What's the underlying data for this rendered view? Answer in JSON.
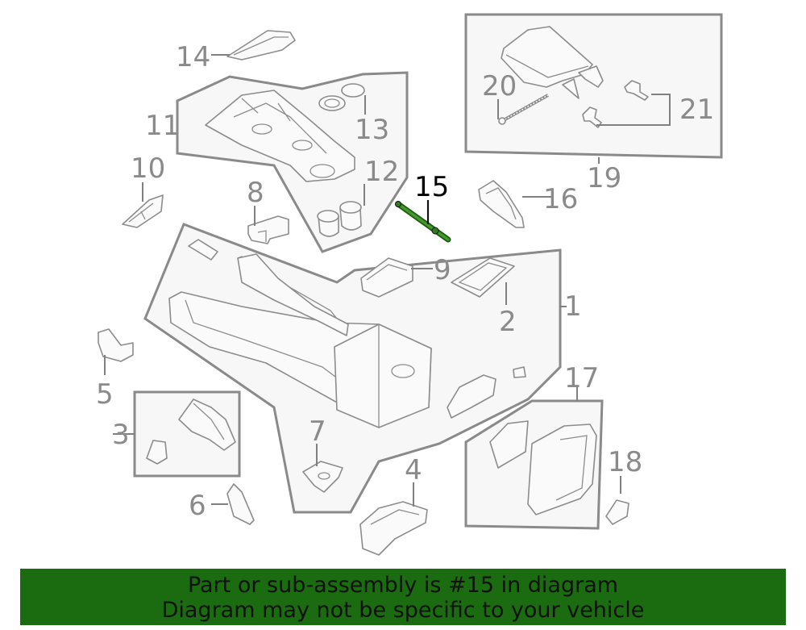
{
  "diagram": {
    "highlight_part": "15",
    "colors": {
      "highlight": "#2f7d1f",
      "banner": "#1b6b10",
      "line": "#8a8a8a"
    },
    "callouts": {
      "c1": "1",
      "c2": "2",
      "c3": "3",
      "c4": "4",
      "c5": "5",
      "c6": "6",
      "c7": "7",
      "c8": "8",
      "c9": "9",
      "c10": "10",
      "c11": "11",
      "c12": "12",
      "c13": "13",
      "c14": "14",
      "c15": "15",
      "c16": "16",
      "c17": "17",
      "c18": "18",
      "c19": "19",
      "c20": "20",
      "c21": "21"
    }
  },
  "banner": {
    "line1": "Part or sub-assembly is #15 in diagram",
    "line2": "Diagram may not be specific to your vehicle"
  }
}
